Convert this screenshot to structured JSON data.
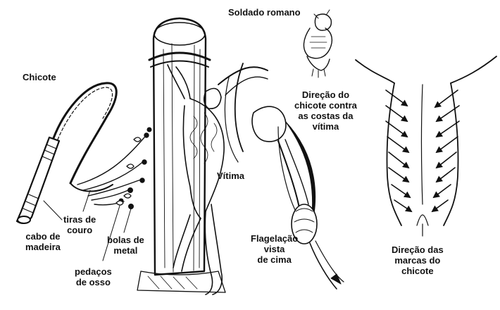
{
  "labels": {
    "whip": "Chicote",
    "roman_soldier": "Soldado romano",
    "direction_whip": [
      "Direção do",
      "chicote contra",
      "as costas da",
      "vítima"
    ],
    "victim": "Vítima",
    "leather_straps": [
      "tiras de",
      "couro"
    ],
    "wooden_handle": [
      "cabo de",
      "madeira"
    ],
    "metal_balls": [
      "bolas de",
      "metal"
    ],
    "bone_pieces": [
      "pedaços",
      "de osso"
    ],
    "top_view": [
      "Flagelação",
      "vista",
      "de cima"
    ],
    "marks_direction": [
      "Direção das",
      "marcas do",
      "chicote"
    ]
  },
  "colors": {
    "ink": "#111111",
    "paper": "#ffffff"
  }
}
